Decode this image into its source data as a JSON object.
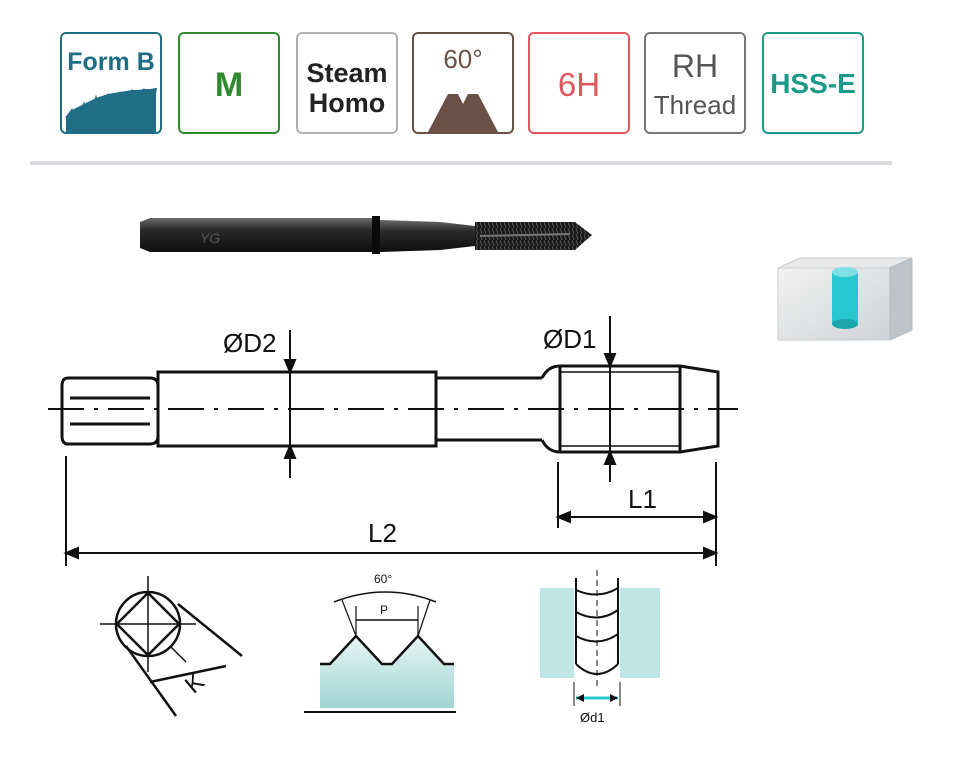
{
  "badges": {
    "form": "Form B",
    "metric": "M",
    "treatment_line1": "Steam",
    "treatment_line2": "Homo",
    "angle": "60°",
    "tolerance": "6H",
    "thread_line1": "RH",
    "thread_line2": "Thread",
    "material": "HSS-E"
  },
  "drawing": {
    "d2_label": "ØD2",
    "d1_label": "ØD1",
    "l1_label": "L1",
    "l2_label": "L2",
    "k_label": "K",
    "angle_label": "60°",
    "pitch_label": "P",
    "hole_label": "Ød1"
  },
  "colors": {
    "form_teal": "#1f6e86",
    "metric_green": "#2f8a2f",
    "tolerance_red": "#e2575e",
    "material_teal": "#1a9a8a",
    "angle_brown": "#6b5046",
    "thread_fill": "#b7e1df",
    "hole_cyan": "#28c6cf"
  }
}
